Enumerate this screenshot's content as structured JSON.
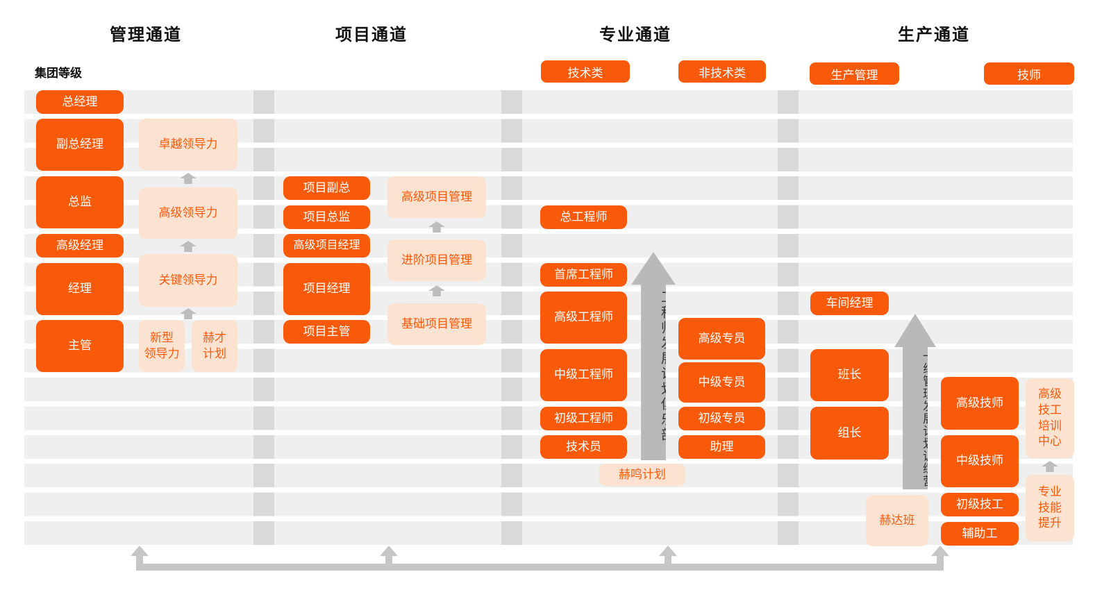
{
  "headers": {
    "management": "管理通道",
    "project": "项目通道",
    "professional": "专业通道",
    "production": "生产通道"
  },
  "group_level_label": "集团等级",
  "management": {
    "roles": [
      "总经理",
      "副总经理",
      "总监",
      "高级经理",
      "经理",
      "主管"
    ],
    "programs": [
      "卓越领导力",
      "高级领导力",
      "关键领导力",
      "新型\n领导力",
      "赫才\n计划"
    ]
  },
  "project": {
    "roles": [
      "项目副总",
      "项目总监",
      "高级项目经理",
      "项目经理",
      "项目主管"
    ],
    "programs": [
      "高级项目管理",
      "进阶项目管理",
      "基础项目管理"
    ]
  },
  "professional": {
    "pills": [
      "技术类",
      "非技术类"
    ],
    "tech_roles": [
      "总工程师",
      "首席工程师",
      "高级工程师",
      "中级工程师",
      "初级工程师",
      "技术员"
    ],
    "nontech_roles": [
      "高级专员",
      "中级专员",
      "初级专员",
      "助理"
    ],
    "arrow_label": "工程师发展计划俱乐部",
    "program": "赫鸣计划"
  },
  "production": {
    "pills": [
      "生产管理",
      "技师"
    ],
    "mgmt_roles": [
      "车间经理",
      "班长",
      "组长"
    ],
    "tech_roles": [
      "高级技师",
      "中级技师",
      "初级技工",
      "辅助工"
    ],
    "arrow_label": "一线管理发展计划训练营",
    "heda_program": "赫达班",
    "skill_program": "专业\n技能\n提升",
    "training_center": "高级\n技工\n培训\n中心"
  },
  "colors": {
    "accent": "#f85a0a",
    "peach": "#fce3d1",
    "stripe": "#efefef",
    "separator": "#d9d9d9",
    "arrow_gray": "#b9b9b9",
    "connector_gray": "#c6c6c6"
  }
}
